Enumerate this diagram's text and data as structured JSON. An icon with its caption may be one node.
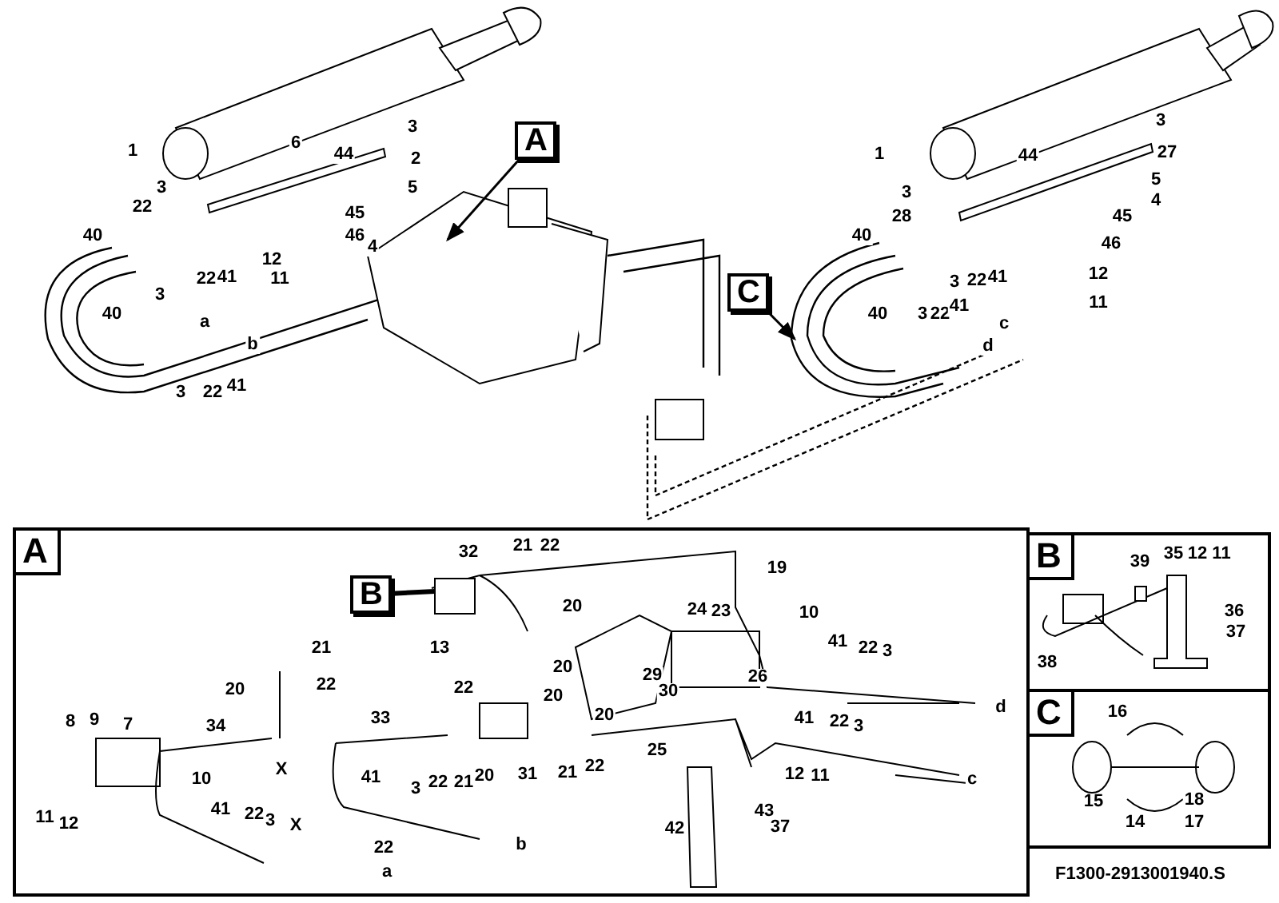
{
  "diagram": {
    "caption": "F1300-2913001940.S",
    "nodes": [
      {
        "text": [
          "A"
        ]
      },
      {
        "text": [
          "C"
        ]
      },
      {
        "text": [
          "A"
        ]
      },
      {
        "text": [
          "B"
        ],
        "in": 2
      },
      {
        "text": [
          "B"
        ]
      },
      {
        "text": [
          "C"
        ]
      }
    ],
    "edges": [
      {
        "from": 0,
        "to": null,
        "arrow": "to"
      },
      {
        "from": 1,
        "to": null,
        "arrow": "to"
      },
      {
        "from": 3,
        "to": null,
        "arrow": "none",
        "style": "thick"
      }
    ],
    "labels": [
      "3",
      "6",
      "1",
      "44",
      "2",
      "3",
      "5",
      "22",
      "45",
      "40",
      "46",
      "4",
      "12",
      "22",
      "41",
      "11",
      "3",
      "40",
      "a",
      "b",
      "3",
      "22",
      "41",
      "3",
      "1",
      "44",
      "27",
      "5",
      "3",
      "4",
      "28",
      "45",
      "40",
      "46",
      "3",
      "22",
      "41",
      "12",
      "40",
      "3",
      "22",
      "41",
      "c",
      "11",
      "d",
      "32",
      "21",
      "22",
      "19",
      "20",
      "24",
      "23",
      "10",
      "21",
      "13",
      "41",
      "22",
      "3",
      "20",
      "22",
      "22",
      "20",
      "20",
      "29",
      "30",
      "26",
      "8",
      "9",
      "7",
      "34",
      "33",
      "20",
      "41",
      "22",
      "3",
      "d",
      "25",
      "10",
      "X",
      "41",
      "3",
      "22",
      "21",
      "20",
      "31",
      "21",
      "22",
      "12",
      "11",
      "c",
      "11",
      "12",
      "41",
      "22",
      "3",
      "X",
      "42",
      "43",
      "37",
      "22",
      "b",
      "a",
      "39",
      "35",
      "12",
      "11",
      "36",
      "37",
      "38",
      "16",
      "15",
      "18",
      "14",
      "17"
    ]
  }
}
